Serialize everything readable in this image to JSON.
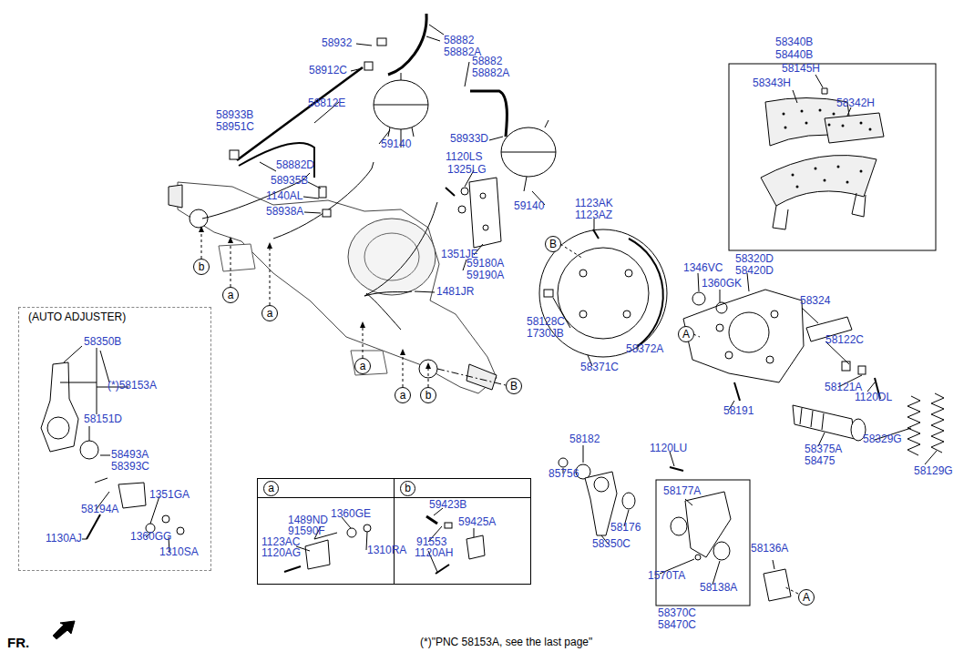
{
  "diagram": {
    "nodes": [
      {
        "text": [
          "(AUTO ADJUSTER)"
        ]
      },
      {
        "text": [
          "a"
        ]
      },
      {
        "text": [
          "b"
        ]
      },
      {
        "text": [
          "b"
        ]
      },
      {
        "text": [
          "B"
        ]
      },
      {
        "text": [
          "a"
        ]
      },
      {
        "text": [
          "a"
        ]
      },
      {
        "text": [
          "A"
        ]
      },
      {
        "text": [
          "a"
        ]
      },
      {
        "text": [
          "B"
        ]
      },
      {
        "text": [
          "a"
        ]
      },
      {
        "text": [
          "b"
        ]
      },
      {
        "text": [
          "A"
        ]
      }
    ],
    "labels": [
      "58932",
      "58882",
      "58882A",
      "58912C",
      "58882",
      "58882A",
      "58812E",
      "58933B",
      "58951C",
      "59140",
      "58882D",
      "58933D",
      "1120LS",
      "58935B",
      "1325LG",
      "1140AL",
      "58938A",
      "59140",
      "1351JE",
      "59180A",
      "59190A",
      "1481JR",
      "1123AK",
      "1123AZ",
      "58340B",
      "58440B",
      "58145H",
      "58343H",
      "58342H",
      "1346VC",
      "58320D",
      "58420D",
      "1360GK",
      "58324",
      "58128C",
      "1730JB",
      "58372A",
      "58371C",
      "58122C",
      "58121A",
      "1120DL",
      "58191",
      "58375A",
      "58475",
      "58329G",
      "58129G",
      "58182",
      "85756",
      "1120LU",
      "58177A",
      "58176",
      "58350C",
      "1570TA",
      "58138A",
      "58136A",
      "58370C",
      "58470C",
      "58350B",
      "(*)58153A",
      "58151D",
      "58493A",
      "58393C",
      "58194A",
      "1351GA",
      "1360GG",
      "1310SA",
      "1130AJ",
      "1489ND",
      "91590F",
      "1360GE",
      "1123AC",
      "1120AG",
      "1310RA",
      "59423B",
      "59425A",
      "91553",
      "1120AH",
      "FR.",
      "(*)\"PNC 58153A, see the last page\""
    ]
  }
}
